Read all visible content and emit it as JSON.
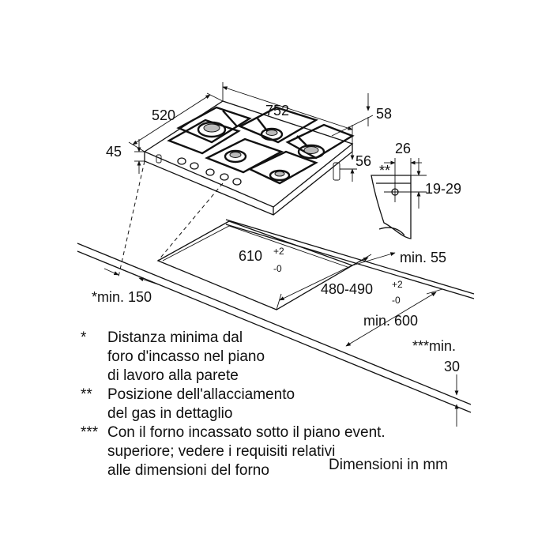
{
  "dimensions": {
    "width_total": "752",
    "depth_total": "520",
    "height_total": "45",
    "side_offset": "58",
    "depth_offset": "56",
    "cutout_width": "610",
    "cutout_width_tol_plus": "+2",
    "cutout_width_tol_minus": "-0",
    "cutout_depth": "480-490",
    "cutout_depth_tol_plus": "+2",
    "cutout_depth_tol_minus": "-0",
    "min_back": "min. 55",
    "min_side": "*min. 150",
    "min_front": "min. 600",
    "min_under_label": "***min.",
    "min_under_value": "30",
    "gas_offset": "26",
    "gas_height": "19-29",
    "gas_marker": "**"
  },
  "notes": [
    {
      "mark": "*",
      "lines": [
        "Distanza minima dal",
        "foro d'incasso nel piano",
        "di lavoro alla parete"
      ]
    },
    {
      "mark": "**",
      "lines": [
        "Posizione dell'allacciamento",
        "del gas in dettaglio"
      ]
    },
    {
      "mark": "***",
      "lines": [
        "Con il forno incassato sotto il piano event.",
        "superiore; vedere i requisiti relativi",
        "alle dimensioni del forno"
      ]
    }
  ],
  "unit_label": "Dimensioni in mm"
}
